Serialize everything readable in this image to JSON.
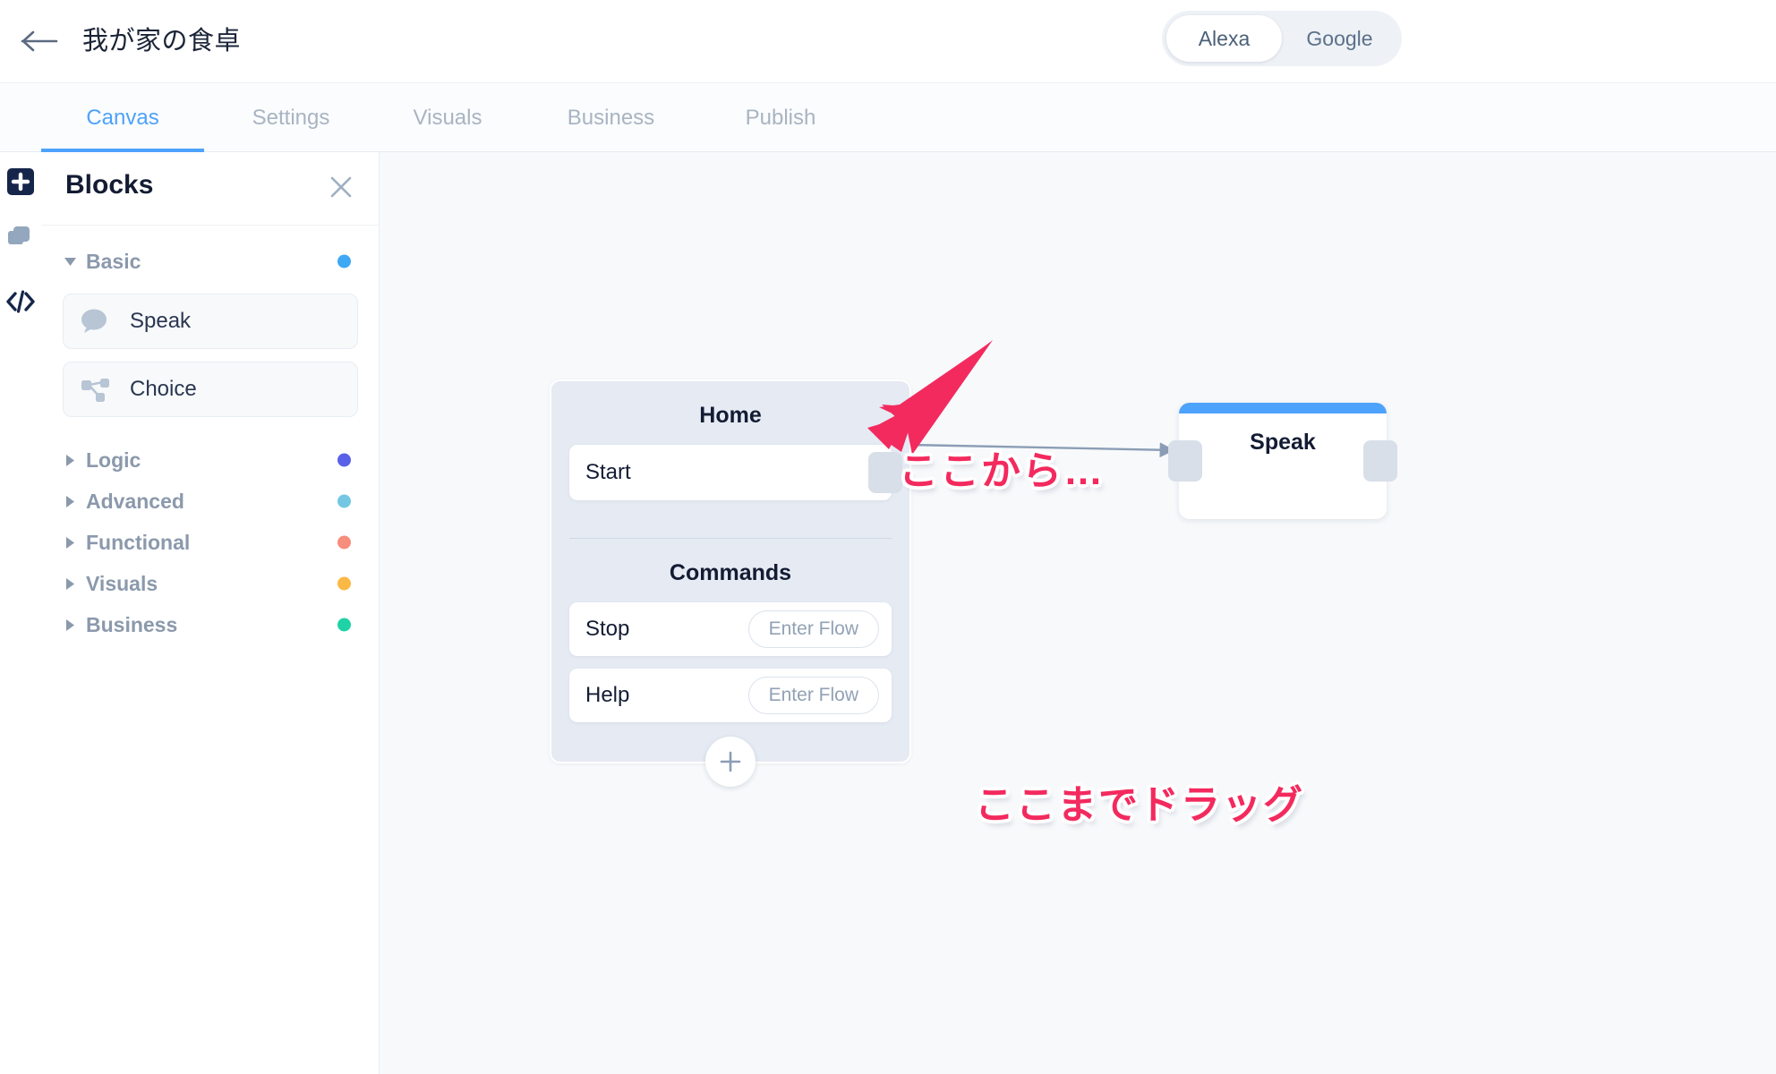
{
  "header": {
    "back_icon": "back-arrow-icon",
    "title": "我が家の食卓",
    "platform_toggle": {
      "options": [
        {
          "label": "Alexa",
          "selected": true
        },
        {
          "label": "Google",
          "selected": false
        }
      ]
    }
  },
  "tabs": [
    {
      "label": "Canvas",
      "active": true
    },
    {
      "label": "Settings",
      "active": false
    },
    {
      "label": "Visuals",
      "active": false
    },
    {
      "label": "Business",
      "active": false
    },
    {
      "label": "Publish",
      "active": false
    }
  ],
  "icon_rail": [
    {
      "name": "add-block-icon"
    },
    {
      "name": "layers-icon"
    },
    {
      "name": "code-icon"
    }
  ],
  "blocks_panel": {
    "title": "Blocks",
    "close_icon": "close-icon",
    "categories": [
      {
        "label": "Basic",
        "expanded": true,
        "dot_color": "#3ea8f5",
        "items": [
          {
            "label": "Speak",
            "icon": "speech-bubble-icon"
          },
          {
            "label": "Choice",
            "icon": "branch-icon"
          }
        ]
      },
      {
        "label": "Logic",
        "expanded": false,
        "dot_color": "#5a61e8",
        "items": []
      },
      {
        "label": "Advanced",
        "expanded": false,
        "dot_color": "#74c7e3",
        "items": []
      },
      {
        "label": "Functional",
        "expanded": false,
        "dot_color": "#f68d7d",
        "items": []
      },
      {
        "label": "Visuals",
        "expanded": false,
        "dot_color": "#fab845",
        "items": []
      },
      {
        "label": "Business",
        "expanded": false,
        "dot_color": "#1fd3a7",
        "items": []
      }
    ]
  },
  "canvas": {
    "home_node": {
      "title": "Home",
      "start_row": {
        "label": "Start",
        "port": "output-port"
      },
      "commands_title": "Commands",
      "commands": [
        {
          "label": "Stop",
          "action_label": "Enter Flow"
        },
        {
          "label": "Help",
          "action_label": "Enter Flow"
        }
      ],
      "add_command_icon": "plus-icon"
    },
    "speak_node": {
      "title": "Speak",
      "accent_color": "#4da2fb",
      "input_port": "input-port",
      "output_port": "output-port"
    },
    "annotations": [
      {
        "text": "ここから…",
        "color": "#f32a5e"
      },
      {
        "text": "ここまでドラッグ",
        "color": "#f32a5e"
      }
    ]
  }
}
